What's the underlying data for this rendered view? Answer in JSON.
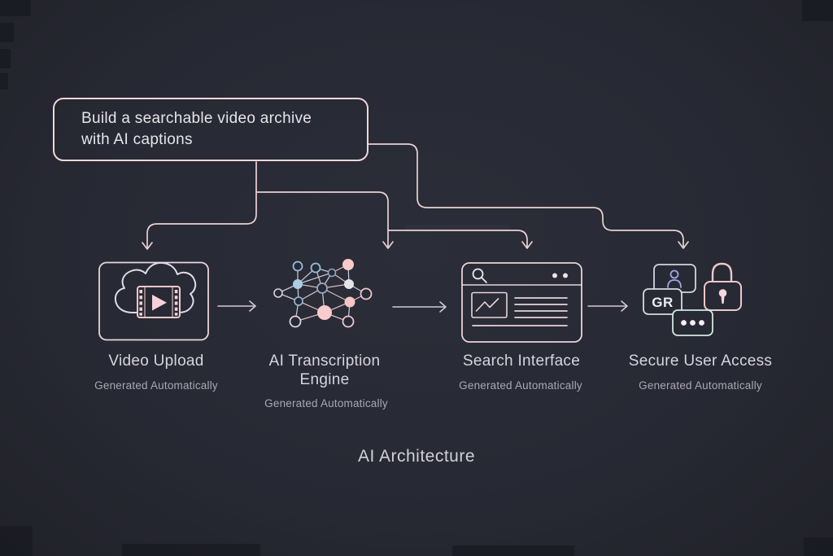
{
  "diagram_title": "AI Architecture",
  "prompt_box": {
    "line1": "Build a searchable video archive",
    "line2": "with AI captions"
  },
  "nodes": [
    {
      "id": "video-upload",
      "label": "Video Upload",
      "sublabel": "Generated Automatically",
      "icon": "cloud-video-upload-icon"
    },
    {
      "id": "ai-transcription-engine",
      "label_line1": "AI Transcription",
      "label_line2": "Engine",
      "sublabel": "Generated Automatically",
      "icon": "neural-network-icon"
    },
    {
      "id": "search-interface",
      "label": "Search Interface",
      "sublabel": "Generated Automatically",
      "icon": "browser-search-window-icon"
    },
    {
      "id": "secure-user-access",
      "label": "Secure User Access",
      "sublabel": "Generated Automatically",
      "icon": "security-icons-cluster",
      "badge_text": "GR"
    }
  ],
  "colors": {
    "background": "#272934",
    "connector_pink": "#e9d1d3",
    "connector_light": "#d3ced9",
    "prompt_box_border": "#f1d6d8",
    "accent_pink": "#f6c9cb",
    "accent_blue": "#9ec7e2",
    "accent_lavender": "#a4a4e4",
    "accent_teal": "#cde8e0",
    "label_text": "#d7d4de",
    "sublabel_text": "#aaa7b4"
  }
}
